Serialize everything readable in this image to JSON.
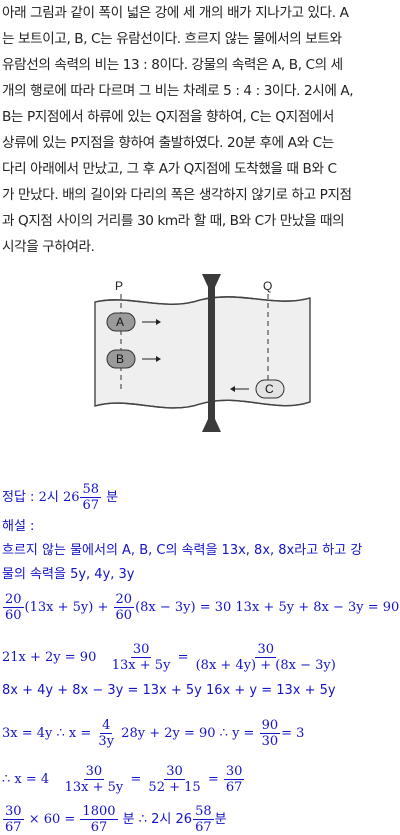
{
  "problem": {
    "lines": [
      "아래 그림과 같이 폭이 넓은 강에 세 개의 배가 지나가고 있다. A",
      "는 보트이고, B, C는 유람선이다. 흐르지 않는 물에서의 보트와",
      "유람선의 속력의 비는 13 : 8이다. 강물의 속력은 A, B, C의 세",
      "개의 행로에 따라 다르며 그 비는 차례로 5 : 4 : 3이다. 2시에 A,",
      "B는 P지점에서 하류에 있는 Q지점을 향하여, C는 Q지점에서",
      "상류에 있는 P지점을 향하여 출발하였다. 20분 후에 A와 C는",
      "다리 아래에서 만났고, 그 후 A가 Q지점에 도착했을 때 B와 C",
      "가 만났다. 배의 길이와 다리의 폭은 생각하지 않기로 하고 P지점",
      "과 Q지점 사이의 거리를 30 km라 할 때, B와 C가 만났을 때의",
      "시각을 구하여라."
    ]
  },
  "figure": {
    "label_p": "P",
    "label_q": "Q",
    "boat_a": "A",
    "boat_b": "B",
    "boat_c": "C"
  },
  "answer": {
    "label": "정답 :",
    "prefix": "2시 26",
    "num": "58",
    "den": "67",
    "unit": "분"
  },
  "solution": {
    "label": "해설 :",
    "line1": "흐르지 않는 물에서의 A, B, C의 속력을 13x, 8x, 8x라고 하고 강",
    "line2": "물의 속력을 5y, 4y, 3y",
    "eq1a_num": "20",
    "eq1a_den": "60",
    "eq1a_tail": "(13x + 5y) +",
    "eq1b_num": "20",
    "eq1b_den": "60",
    "eq1b_tail": "(8x − 3y) = 30   13x + 5y + 8x − 3y = 90",
    "eq2_head": "21x + 2y = 90",
    "eq2_f1_num": "30",
    "eq2_f1_den": "13x + 5y",
    "eq2_eq": "=",
    "eq2_f2_num": "30",
    "eq2_f2_den": "(8x + 4y) + (8x − 3y)",
    "eq3": "8x + 4y + 8x − 3y = 13x + 5y   16x + y = 13x + 5y",
    "eq4_head": "3x = 4y  ∴  x =",
    "eq4_f_num": "4",
    "eq4_f_den": "3y",
    "eq4_mid": "28y + 2y = 90  ∴  y =",
    "eq4_f2_num": "90",
    "eq4_f2_den": "30",
    "eq4_tail": "= 3",
    "eq5_head": "∴  x = 4",
    "eq5_f1_num": "30",
    "eq5_f1_den": "13x + 5y",
    "eq5_eq1": "=",
    "eq5_f2_num": "30",
    "eq5_f2_den": "52 + 15",
    "eq5_eq2": "=",
    "eq5_f3_num": "30",
    "eq5_f3_den": "67",
    "eq6_f1_num": "30",
    "eq6_f1_den": "67",
    "eq6_mid": "× 60 =",
    "eq6_f2_num": "1800",
    "eq6_f2_den": "67",
    "eq6_unit": "분  ∴  2시 26",
    "eq6_f3_num": "58",
    "eq6_f3_den": "67",
    "eq6_end": "분"
  }
}
